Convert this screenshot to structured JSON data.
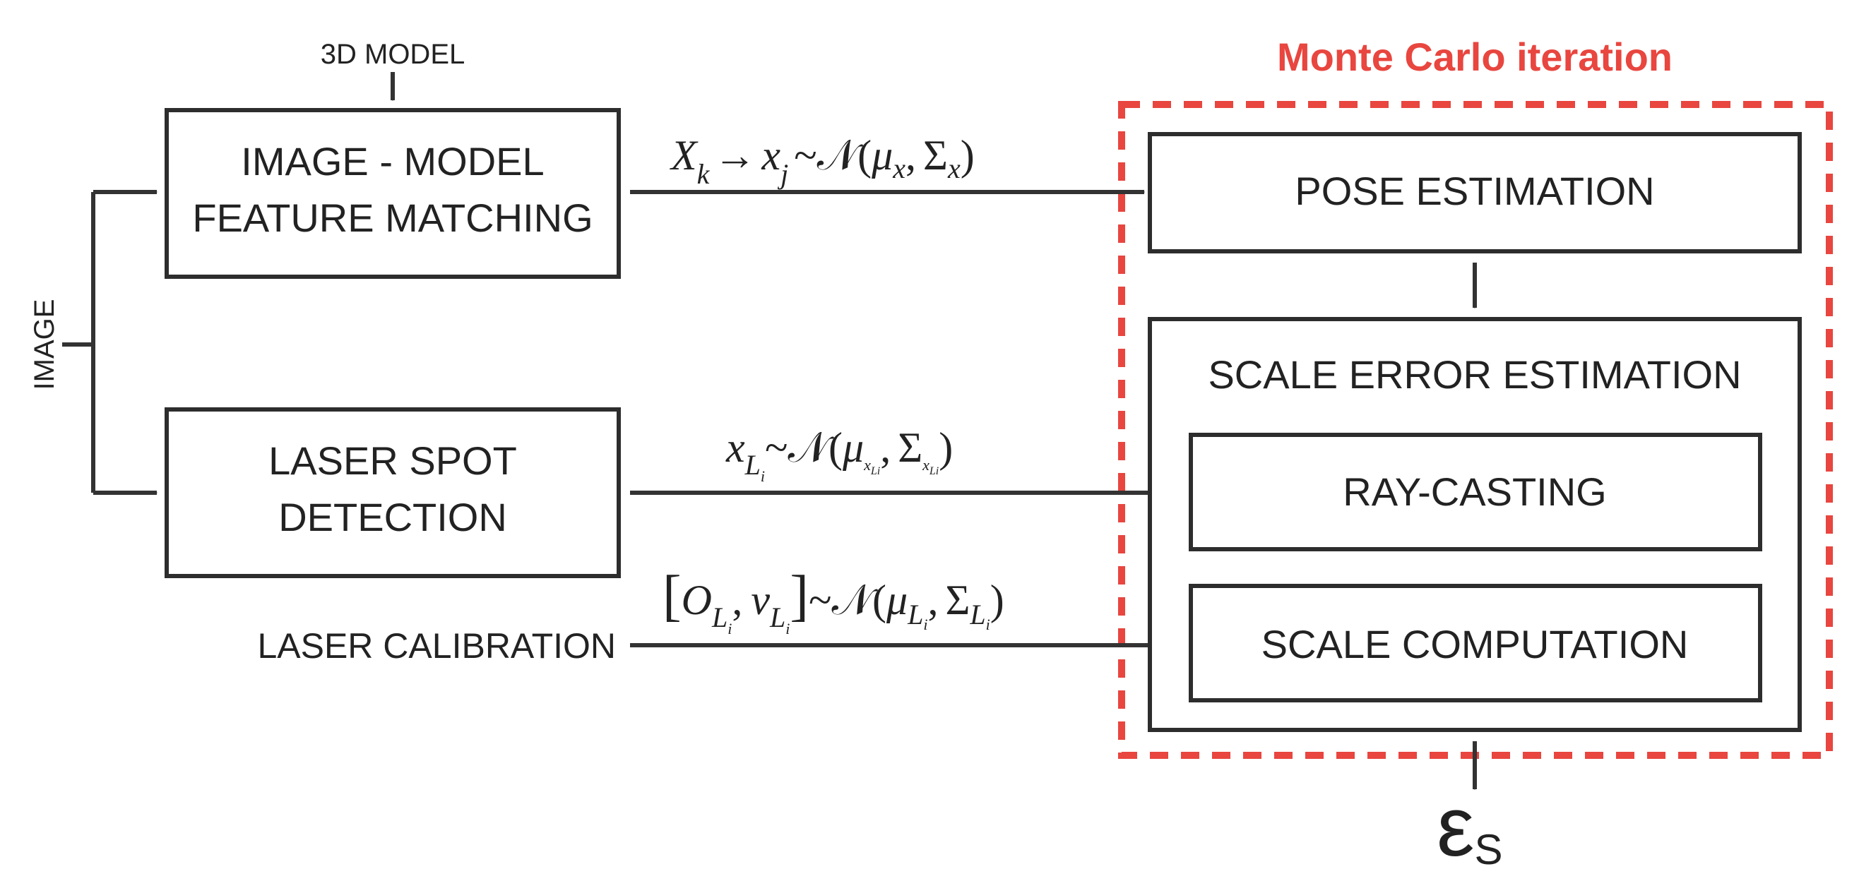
{
  "colors": {
    "box_stroke": "#2d2d2d",
    "arrow": "#333333",
    "monte_carlo_red": "#e8463f"
  },
  "inputs": {
    "model_3d": "3D MODEL",
    "image": "IMAGE",
    "laser_calibration": "LASER CALIBRATION"
  },
  "boxes": {
    "feature_matching": {
      "line1": "IMAGE - MODEL",
      "line2": "FEATURE MATCHING"
    },
    "laser_spot": {
      "line1": "LASER SPOT",
      "line2": "DETECTION"
    },
    "pose_estimation": "POSE ESTIMATION",
    "scale_error": "SCALE ERROR ESTIMATION",
    "ray_casting": "RAY-CASTING",
    "scale_computation": "SCALE COMPUTATION"
  },
  "monte_carlo": {
    "title": "Monte Carlo iteration"
  },
  "formulas": {
    "f1": {
      "X": "X",
      "k": "k",
      "arrow": "→",
      "x": "x",
      "j": "j",
      "tilde": "~",
      "N": "𝒩",
      "open": "(",
      "mu": "μ",
      "mu_sub": "x",
      "comma": ",",
      "Sigma": "Σ",
      "Sigma_sub": "x",
      "close": ")"
    },
    "f2": {
      "x": "x",
      "L": "L",
      "i": "i",
      "tilde": "~",
      "N": "𝒩",
      "open": "(",
      "mu": "μ",
      "mu_sub": "x",
      "mu_subsub": "Li",
      "comma": ",",
      "Sigma": "Σ",
      "Sigma_sub": "x",
      "Sigma_subsub": "Li",
      "close": ")"
    },
    "f3": {
      "lbracket": "[",
      "O": "O",
      "L1": "L",
      "i1": "i",
      "comma1": ",",
      "v": "v",
      "L2": "L",
      "i2": "i",
      "rbracket": "]",
      "tilde": "~",
      "N": "𝒩",
      "open": "(",
      "mu": "μ",
      "mu_L": "L",
      "mu_i": "i",
      "comma2": ",",
      "Sigma": "Σ",
      "Sigma_L": "L",
      "Sigma_i": "i",
      "close": ")"
    }
  },
  "output": {
    "symbol": "ε",
    "subscript": "S"
  }
}
